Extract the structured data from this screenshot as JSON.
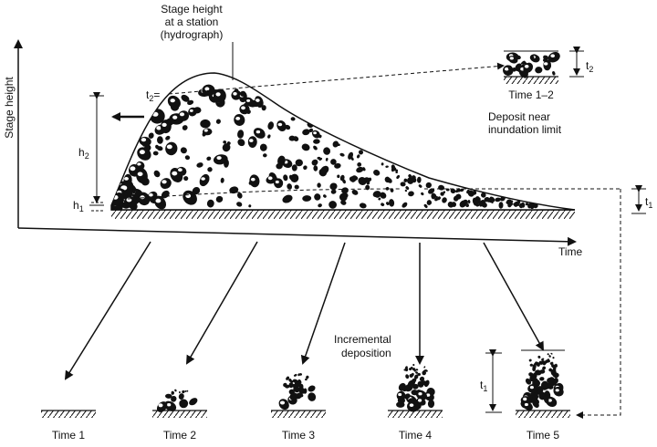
{
  "labels": {
    "y_axis": "Stage height",
    "x_axis": "Time",
    "hydrograph_line1": "Stage height",
    "hydrograph_line2": "at a station",
    "hydrograph_line3": "(hydrograph)",
    "t2_marker": "t",
    "t2_sub": "2",
    "t2_suffix": "=",
    "h2": "h",
    "h2_sub": "2",
    "h1": "h",
    "h1_sub": "1",
    "t1_right": "t",
    "t1_right_sub": "1",
    "t2_right": "t",
    "t2_right_sub": "2",
    "time_1_2": "Time 1–2",
    "deposit_line1": "Deposit near",
    "deposit_line2": "inundation limit",
    "incremental_line1": "Incremental",
    "incremental_line2": "deposition",
    "t1_column": "t",
    "t1_column_sub": "1"
  },
  "time_labels": [
    "Time 1",
    "Time 2",
    "Time 3",
    "Time 4",
    "Time 5"
  ],
  "colors": {
    "ink": "#111111",
    "paper": "#ffffff"
  }
}
